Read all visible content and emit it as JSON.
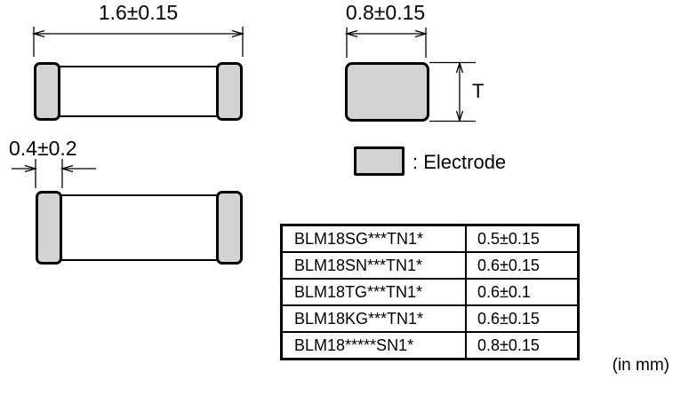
{
  "diagram": {
    "top_view": {
      "length_dimension": "1.6±0.15"
    },
    "end_view": {
      "width_dimension": "0.8±0.15",
      "thickness_symbol": "T"
    },
    "side_view": {
      "electrode_width_dimension": "0.4±0.2"
    },
    "legend": {
      "swatch_meaning": ": Electrode"
    },
    "units_note": "(in mm)",
    "colors": {
      "electrode_fill": "#d3d3d3",
      "outline": "#000000"
    }
  },
  "thickness_table": {
    "rows": [
      {
        "part_number": "BLM18SG***TN1*",
        "thickness": "0.5±0.15"
      },
      {
        "part_number": "BLM18SN***TN1*",
        "thickness": "0.6±0.15"
      },
      {
        "part_number": "BLM18TG***TN1*",
        "thickness": "0.6±0.1"
      },
      {
        "part_number": "BLM18KG***TN1*",
        "thickness": "0.6±0.15"
      },
      {
        "part_number": "BLM18*****SN1*",
        "thickness": "0.8±0.15"
      }
    ]
  }
}
